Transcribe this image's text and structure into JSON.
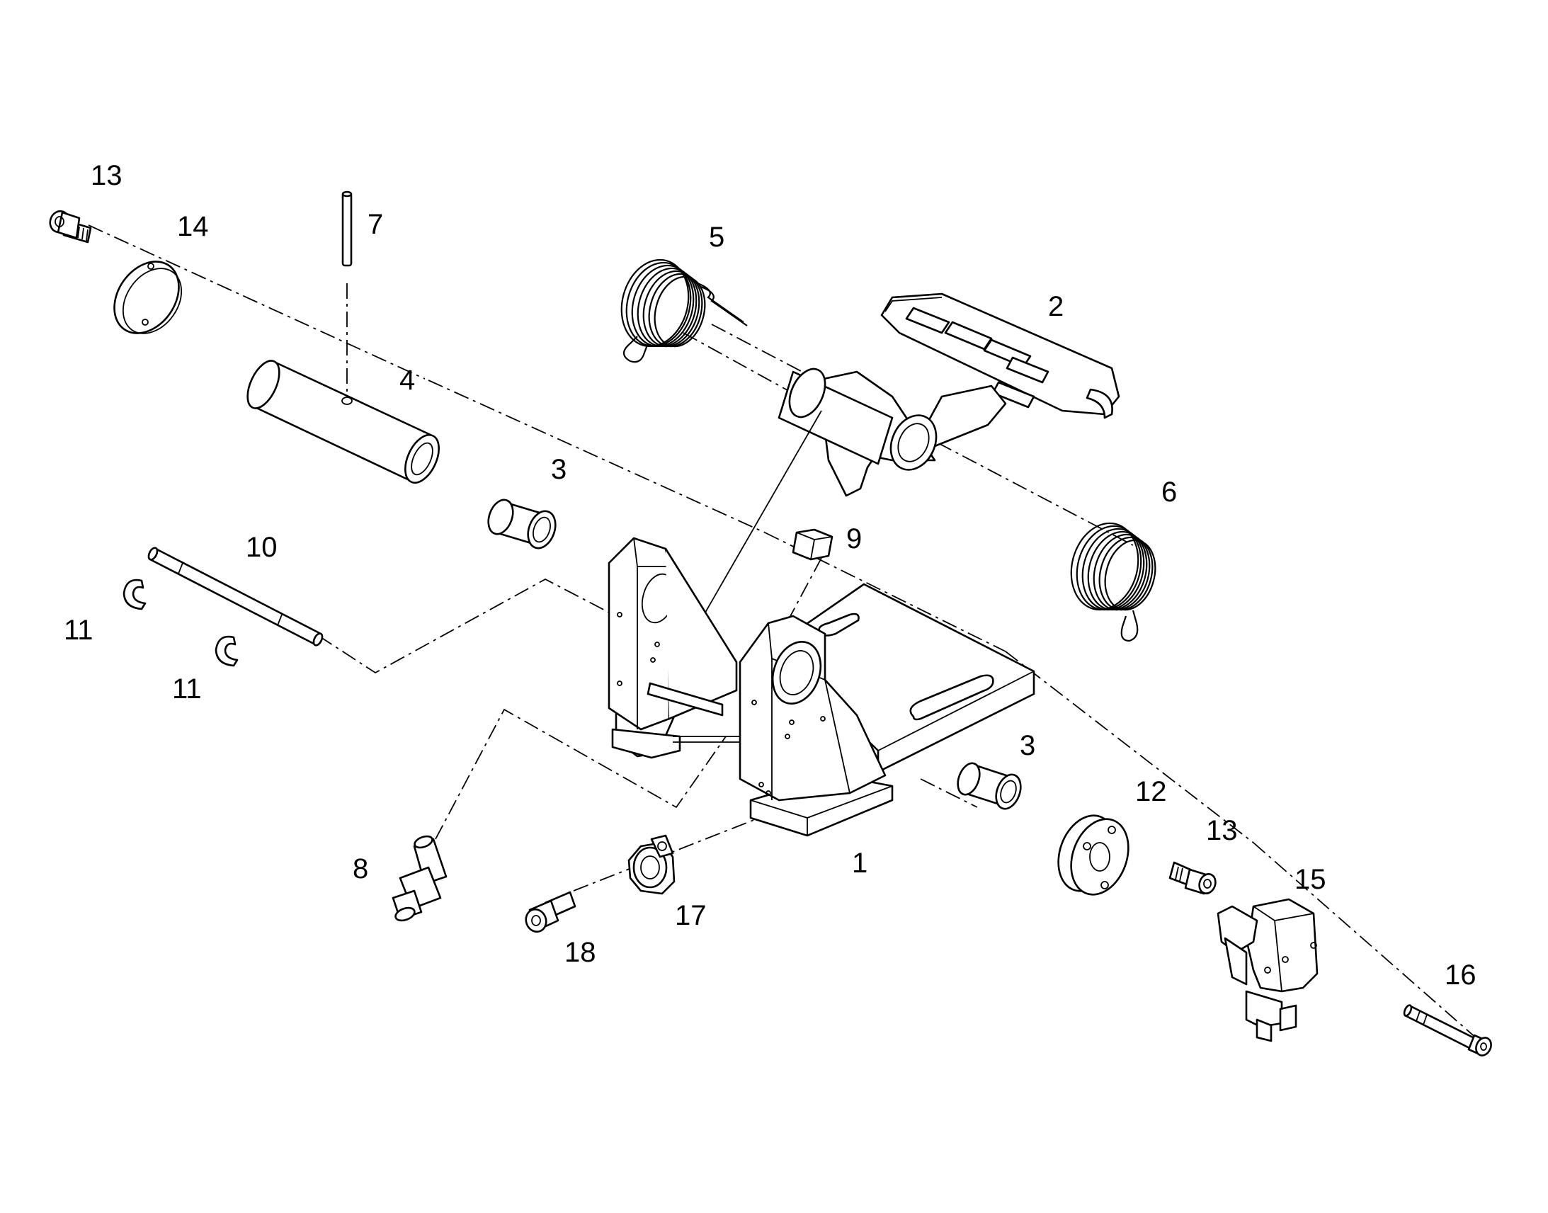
{
  "callouts": [
    {
      "id": "c1",
      "text": "1"
    },
    {
      "id": "c2",
      "text": "2"
    },
    {
      "id": "c3a",
      "text": "3"
    },
    {
      "id": "c3b",
      "text": "3"
    },
    {
      "id": "c4",
      "text": "4"
    },
    {
      "id": "c5",
      "text": "5"
    },
    {
      "id": "c6",
      "text": "6"
    },
    {
      "id": "c7",
      "text": "7"
    },
    {
      "id": "c8",
      "text": "8"
    },
    {
      "id": "c9",
      "text": "9"
    },
    {
      "id": "c10",
      "text": "10"
    },
    {
      "id": "c11a",
      "text": "11"
    },
    {
      "id": "c11b",
      "text": "11"
    },
    {
      "id": "c12",
      "text": "12"
    },
    {
      "id": "c13a",
      "text": "13"
    },
    {
      "id": "c13b",
      "text": "13"
    },
    {
      "id": "c14",
      "text": "14"
    },
    {
      "id": "c15",
      "text": "15"
    },
    {
      "id": "c16",
      "text": "16"
    },
    {
      "id": "c17",
      "text": "17"
    },
    {
      "id": "c18",
      "text": "18"
    }
  ]
}
